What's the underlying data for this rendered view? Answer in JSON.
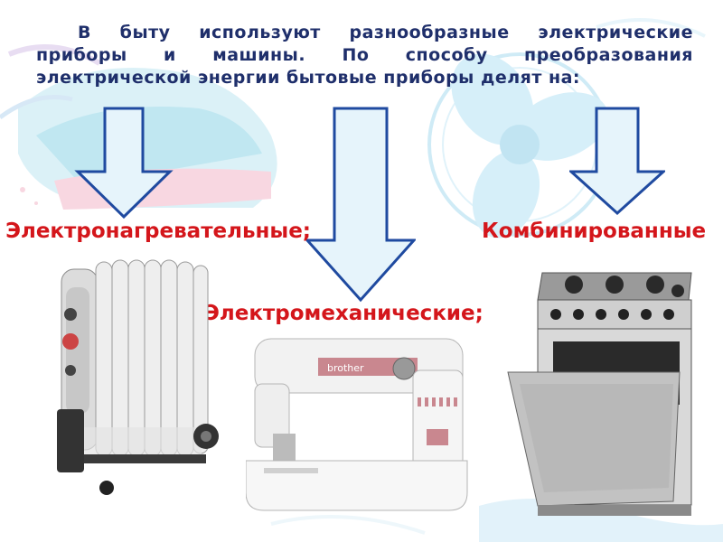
{
  "intro_text": "В быту используют разнообразные электрические приборы и машины. По способу преобразования электрической энергии бытовые приборы делят на:",
  "categories": {
    "heating": "Электронагревательные;",
    "mechanical": "Электромеханические;",
    "combined": "Комбинированные"
  },
  "images": {
    "radiator": "oil-radiator-heater",
    "sewing": "sewing-machine",
    "sewing_brand": "brother",
    "stove": "gas-stove-with-oven",
    "iron": "steam-iron-background",
    "fan": "fan-background"
  },
  "colors": {
    "intro_text": "#1f2f6b",
    "category_text": "#d4161b",
    "arrow_fill": "#e6f4fb",
    "arrow_stroke": "#1f4aa0"
  }
}
